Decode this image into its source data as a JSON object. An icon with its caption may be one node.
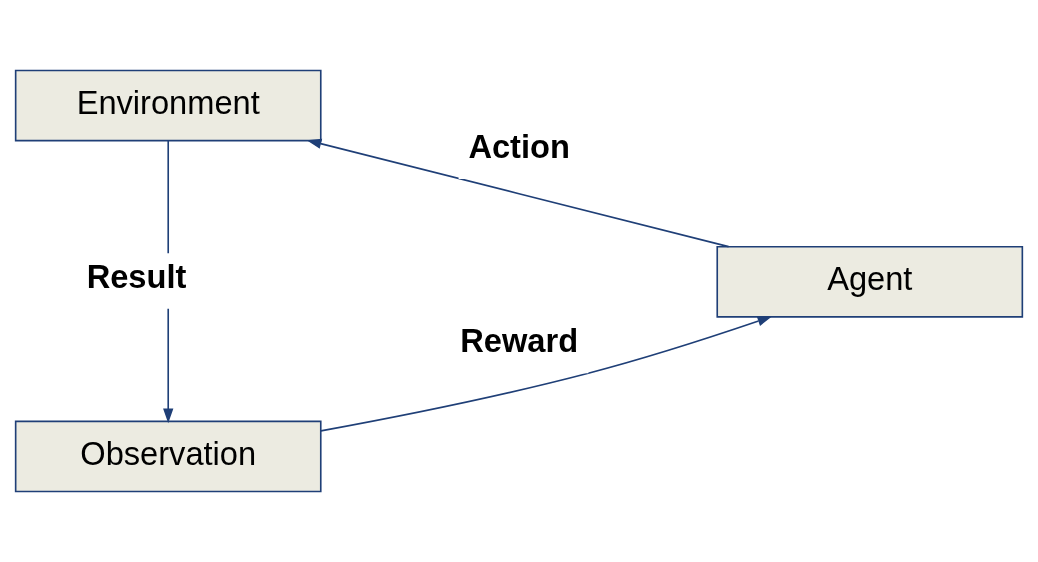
{
  "diagram": {
    "nodes": [
      {
        "text": [
          "Environment"
        ]
      },
      {
        "text": [
          "Agent"
        ]
      },
      {
        "text": [
          "Observation"
        ]
      }
    ],
    "edges": [
      {
        "from": 1,
        "to": 0,
        "arrow": "to",
        "label": "Action"
      },
      {
        "from": 0,
        "to": 2,
        "arrow": "to",
        "label": "Result"
      },
      {
        "from": 2,
        "to": 1,
        "arrow": "to",
        "label": "Reward"
      }
    ]
  }
}
